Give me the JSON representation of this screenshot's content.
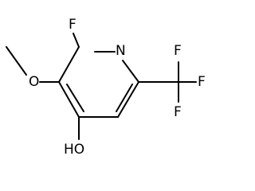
{
  "structure": {
    "atoms": {
      "fluorine_ring": "F",
      "nitrogen": "N",
      "oxygen_methoxy": "O",
      "hydroxyl": "HO",
      "cf3_fluorine_top": "F",
      "cf3_fluorine_right": "F",
      "cf3_fluorine_bottom": "F"
    }
  }
}
